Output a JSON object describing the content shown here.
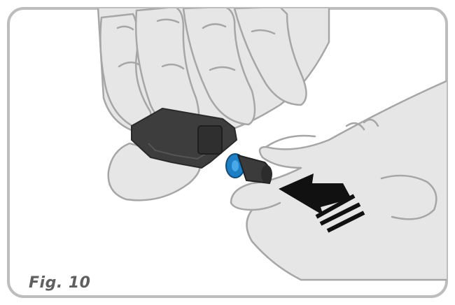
{
  "figure": {
    "caption": "Fig. 10"
  },
  "colors": {
    "border": "#bdbdbd",
    "hand_fill": "#e6e6e6",
    "hand_outline": "#a6a6a6",
    "device_dark": "#3d3d3d",
    "cap_blue": "#1f7fc4",
    "arrow": "#111111"
  },
  "icons": {
    "hand": "left-hand-holding-device",
    "second_hand": "right-hand-pushing",
    "device": "dark-device-body",
    "connector": "blue-tipped-connector",
    "arrow": "push-direction-arrow"
  }
}
